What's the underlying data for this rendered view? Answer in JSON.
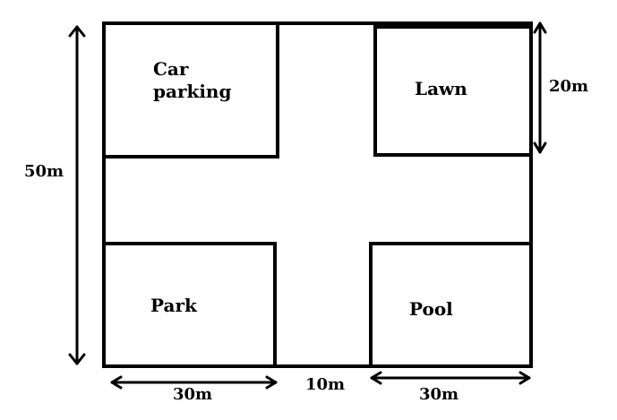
{
  "plots": {
    "car_parking": {
      "line1": "Car",
      "line2": "parking"
    },
    "lawn": "Lawn",
    "park": "Park",
    "pool": "Pool"
  },
  "dimensions": {
    "height_total": "50m",
    "lawn_height": "20m",
    "bottom_left_width": "30m",
    "path_width": "10m",
    "bottom_right_width": "30m"
  }
}
